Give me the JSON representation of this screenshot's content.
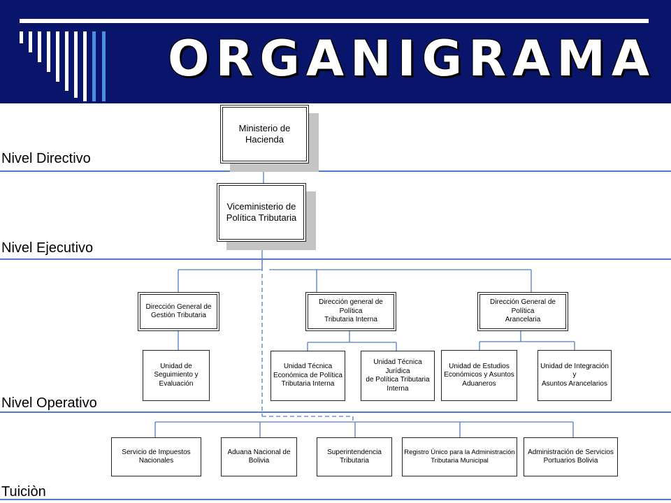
{
  "title": "ORGANIGRAMA",
  "colors": {
    "header_bg": "#08156b",
    "band_line": "#4f7ec8",
    "connector": "#4f7ec8"
  },
  "levels": {
    "directivo": "Nivel Directivo",
    "ejecutivo": "Nivel Ejecutivo",
    "operativo": "Nivel Operativo",
    "tuicion": "Tuiciòn"
  },
  "nodes": {
    "ministerio": {
      "line1": "Ministerio de",
      "line2": "Hacienda"
    },
    "viceministerio": {
      "line1": "Viceministerio de",
      "line2": "Política Tributaria"
    },
    "dg_gestion": {
      "line1": "Dirección General de",
      "line2": "Gestión Tributaria"
    },
    "dg_interna": {
      "line1": "Dirección general de Política",
      "line2": "Tributaria Interna"
    },
    "dg_arancelaria": {
      "line1": "Dirección General de Política",
      "line2": "Arancelaria"
    },
    "u_seguimiento": {
      "line1": "Unidad de",
      "line2": "Seguimiento y",
      "line3": "Evaluación"
    },
    "u_tecnica_economica": {
      "line1": "Unidad Técnica",
      "line2": "Económica de Política",
      "line3": "Tributaria Interna"
    },
    "u_tecnica_juridica": {
      "line1": "Unidad Técnica Jurídica",
      "line2": "de Política Tributaria",
      "line3": "Interna"
    },
    "u_estudios": {
      "line1": "Unidad de Estudios",
      "line2": "Económicos y Asuntos",
      "line3": "Aduaneros"
    },
    "u_integracion": {
      "line1": "Unidad de Integración y",
      "line2": "Asuntos Arancelarios"
    },
    "servicio_impuestos": {
      "line1": "Servicio de Impuestos",
      "line2": "Nacionales"
    },
    "aduana": {
      "line1": "Aduana Nacional de",
      "line2": "Bolivia"
    },
    "superintendencia": {
      "line1": "Superintendencia",
      "line2": "Tributaria"
    },
    "registro_unico": {
      "line1": "Registro Único para la Administración",
      "line2": "Tributaria Municipal"
    },
    "servicios_portuarios": {
      "line1": "Administración de Servicios",
      "line2": "Portuarios Bolivia"
    }
  }
}
